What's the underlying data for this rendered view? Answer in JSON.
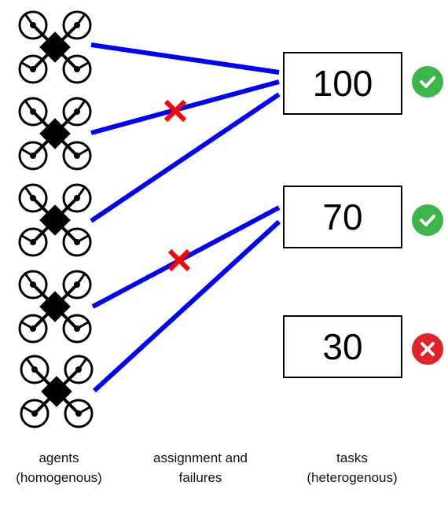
{
  "captions": {
    "agents": [
      "agents",
      "(homogenous)"
    ],
    "assignment": [
      "assignment and",
      "failures"
    ],
    "tasks": [
      "tasks",
      "(heterogenous)"
    ]
  },
  "agents": [
    {
      "icon": "drone-icon"
    },
    {
      "icon": "drone-icon"
    },
    {
      "icon": "drone-icon"
    },
    {
      "icon": "drone-icon"
    },
    {
      "icon": "drone-icon"
    }
  ],
  "tasks": [
    {
      "value": "100",
      "status": "success"
    },
    {
      "value": "70",
      "status": "success"
    },
    {
      "value": "30",
      "status": "failure"
    }
  ],
  "assignments": [
    {
      "agent": 0,
      "task": 0,
      "failed": false
    },
    {
      "agent": 1,
      "task": 0,
      "failed": true
    },
    {
      "agent": 2,
      "task": 0,
      "failed": false
    },
    {
      "agent": 3,
      "task": 1,
      "failed": true
    },
    {
      "agent": 4,
      "task": 1,
      "failed": false
    }
  ],
  "colors": {
    "link": "#0000ff",
    "failure_mark": "#ff0000",
    "success": "#3cb54a",
    "failure": "#e0232b",
    "drone": "#000000"
  }
}
